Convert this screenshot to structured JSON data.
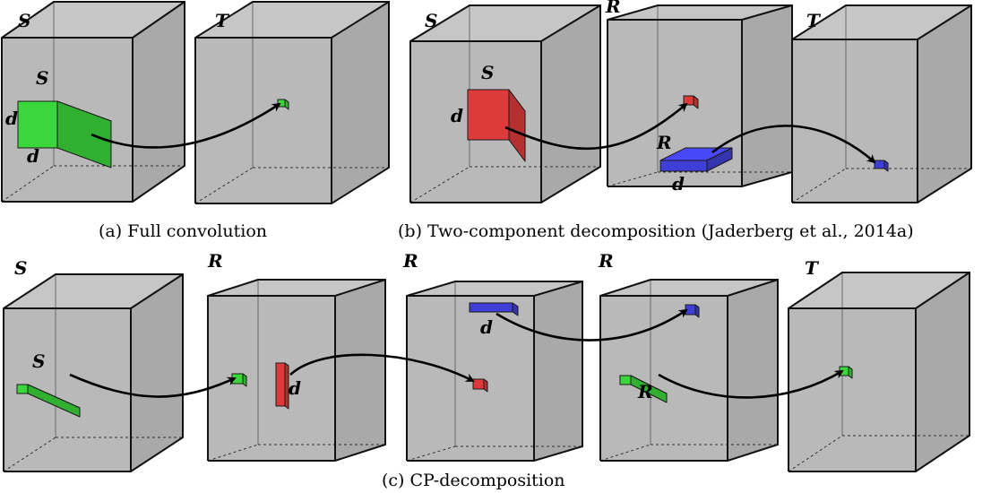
{
  "colors": {
    "box_front": "#b9b9b9",
    "box_top": "#c6c6c6",
    "box_side": "#a9a9a9",
    "green": "#3bd63b",
    "red": "#dd3b3b",
    "blue": "#3f3fd6"
  },
  "captions": {
    "a": "(a) Full convolution",
    "b": "(b) Two-component decomposition (Jaderberg et al., 2014a)",
    "c": "(c) CP-decomposition"
  },
  "labels": {
    "a": {
      "box1": "S",
      "box2": "T",
      "kernel_s": "S",
      "kernel_d_left": "d",
      "kernel_d_bottom": "d"
    },
    "b": {
      "box1": "S",
      "box2": "R",
      "box3": "T",
      "kernel1_s": "S",
      "kernel1_d": "d",
      "kernel2_r": "R",
      "kernel2_d": "d"
    },
    "c": {
      "box1": "S",
      "box2": "R",
      "box3": "R",
      "box4": "R",
      "box5": "T",
      "kernel1_s": "S",
      "kernel2_d": "d",
      "kernel3_d": "d",
      "kernel4_r": "R"
    }
  }
}
